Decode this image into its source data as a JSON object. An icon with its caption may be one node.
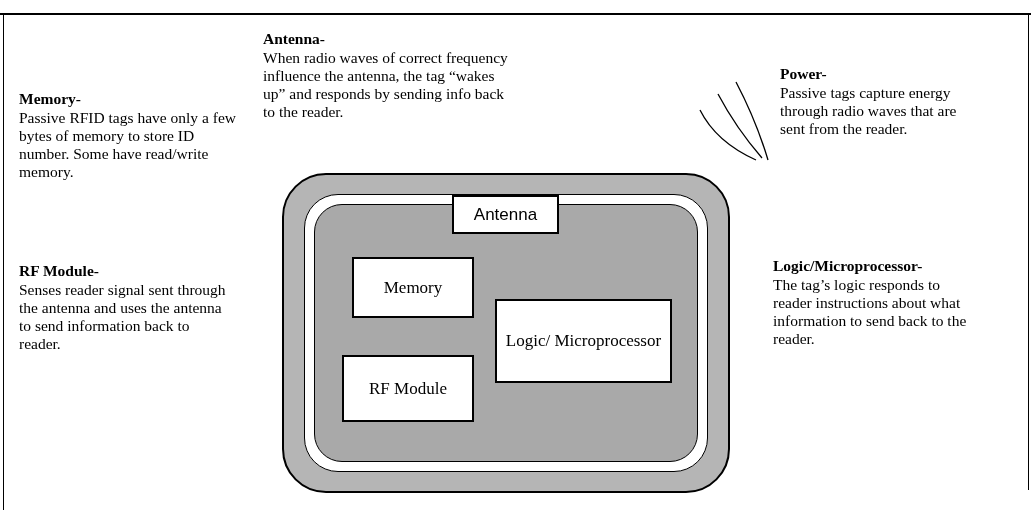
{
  "diagram": {
    "nodes": [
      {
        "text": [],
        "shape": "box"
      },
      {
        "text": [
          "Antenna"
        ],
        "in": 0
      },
      {
        "text": [
          "Memory"
        ],
        "in": 0
      },
      {
        "text": [
          "Logic/ Microprocessor"
        ],
        "in": 0
      },
      {
        "text": [
          "RF Module"
        ],
        "in": 0
      }
    ],
    "labels": [
      "Antenna-",
      "When radio waves of correct frequency influence the antenna, the tag “wakes up” and responds by sending info back to the reader.",
      "Power-",
      "Passive tags capture energy through radio waves that are sent from the reader.",
      "Memory-",
      "Passive RFID tags have only a few bytes of memory to store ID number. Some have read/write memory.",
      "Logic/Microprocessor-",
      "The tag’s logic responds to reader instructions about what information to send back to the reader.",
      "RF Module-",
      "Senses reader signal sent through the antenna and uses the antenna to send information back to reader."
    ]
  }
}
